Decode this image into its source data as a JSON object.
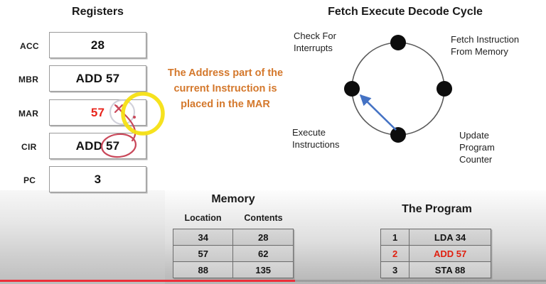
{
  "registers": {
    "title": "Registers",
    "items": [
      {
        "label": "ACC",
        "value": "28",
        "red": false
      },
      {
        "label": "MBR",
        "value": "ADD 57",
        "red": false
      },
      {
        "label": "MAR",
        "value": "57",
        "red": true
      },
      {
        "label": "CIR",
        "value": "ADD 57",
        "red": false
      },
      {
        "label": "PC",
        "value": "3",
        "red": false
      }
    ]
  },
  "annotation": {
    "line1": "The Address part of the",
    "line2": "current Instruction is",
    "line3": "placed in the MAR",
    "color": "#d4782c"
  },
  "cycle": {
    "title": "Fetch Execute Decode Cycle",
    "nodes": [
      {
        "name": "fetch",
        "line1": "Fetch Instruction",
        "line2": "From Memory",
        "line3": ""
      },
      {
        "name": "update",
        "line1": "Update",
        "line2": "Program",
        "line3": "Counter"
      },
      {
        "name": "execute",
        "line1": "Execute",
        "line2": "Instructions",
        "line3": ""
      },
      {
        "name": "interrupt",
        "line1": "Check For",
        "line2": "Interrupts",
        "line3": ""
      }
    ],
    "arrow_color": "#4472c4",
    "dot_color": "#0d0d0d",
    "ring_color": "#5a5a5a"
  },
  "memory": {
    "title": "Memory",
    "columns": [
      "Location",
      "Contents"
    ],
    "rows": [
      {
        "location": "34",
        "contents": "28"
      },
      {
        "location": "57",
        "contents": "62"
      },
      {
        "location": "88",
        "contents": "135"
      }
    ]
  },
  "program": {
    "title": "The Program",
    "rows": [
      {
        "line": "1",
        "instruction": "LDA 34",
        "red": false
      },
      {
        "line": "2",
        "instruction": "ADD 57",
        "red": true
      },
      {
        "line": "3",
        "instruction": "STA  88",
        "red": false
      }
    ]
  },
  "ink": {
    "highlight_color": "#f5e013",
    "pen_color": "#c9485a"
  },
  "player": {
    "progress_percent": 54,
    "progress_color": "#ec2f3a"
  }
}
